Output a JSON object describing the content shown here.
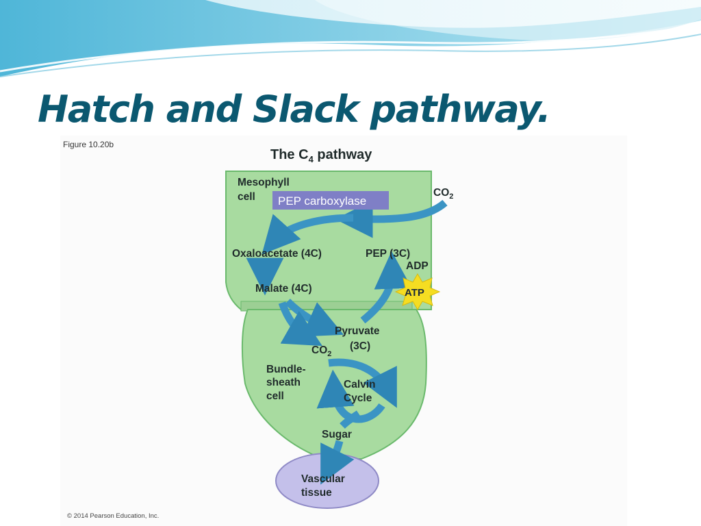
{
  "slide": {
    "title": "Hatch and Slack pathway.",
    "figure_label": "Figure 10.20b",
    "copyright": "© 2014 Pearson Education, Inc."
  },
  "diagram": {
    "heading": "The C",
    "heading_subscript": "4",
    "heading_suffix": " pathway",
    "mesophyll_line1": "Mesophyll",
    "mesophyll_line2": "cell",
    "enzyme": "PEP carboxylase",
    "co2_top": "CO",
    "co2_top_sub": "2",
    "oxaloacetate": "Oxaloacetate (4C)",
    "pep": "PEP (3C)",
    "adp": "ADP",
    "atp": "ATP",
    "malate": "Malate (4C)",
    "pyruvate_line1": "Pyruvate",
    "pyruvate_line2": "(3C)",
    "co2_bottom": "CO",
    "co2_bottom_sub": "2",
    "bundle_line1": "Bundle-",
    "bundle_line2": "sheath",
    "bundle_line3": "cell",
    "calvin_line1": "Calvin",
    "calvin_line2": "Cycle",
    "sugar": "Sugar",
    "vascular_line1": "Vascular",
    "vascular_line2": "tissue"
  },
  "colors": {
    "title": "#0b5870",
    "cell_fill": "#a8dba0",
    "arrow": "#3b94c4",
    "enzyme_box": "#7f7fc6",
    "atp_star": "#f5dd22",
    "vascular_fill": "#c4c0ea"
  }
}
